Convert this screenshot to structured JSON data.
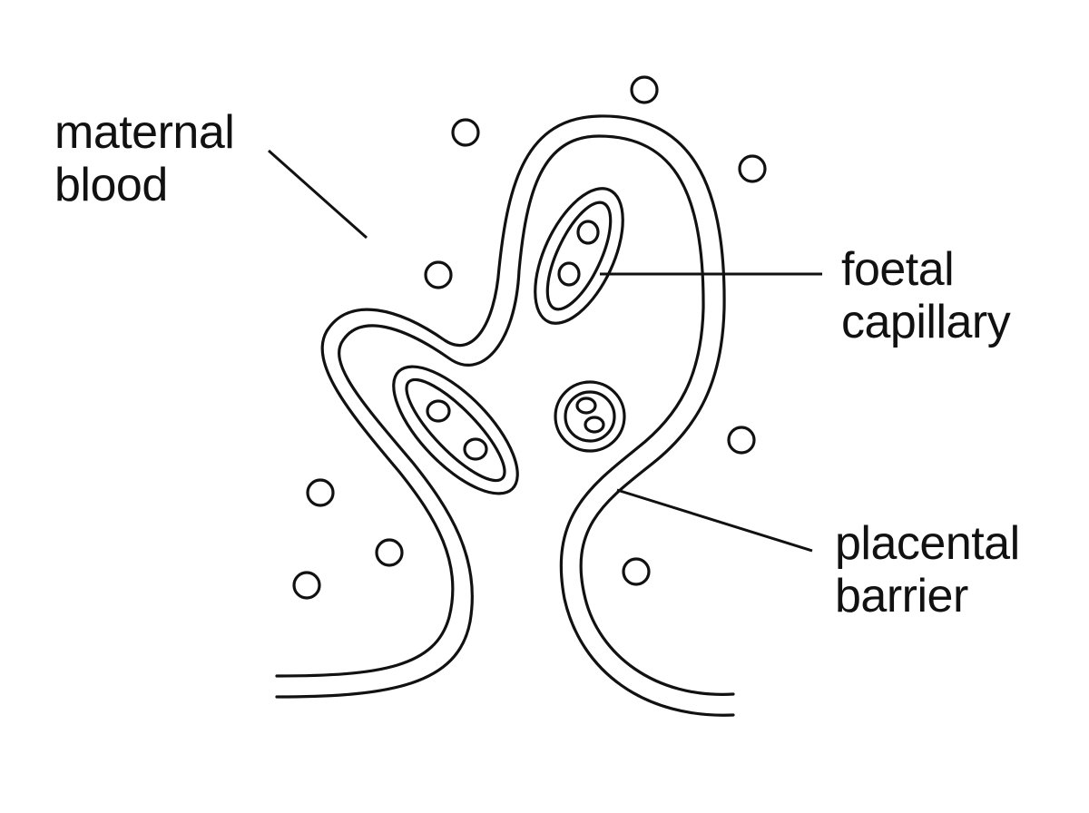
{
  "labels": {
    "maternal_blood": [
      "maternal",
      "blood"
    ],
    "foetal_capillary": [
      "foetal",
      "capillary"
    ],
    "placental_barrier": [
      "placental",
      "barrier"
    ]
  },
  "colors": {
    "line": "#111111",
    "background": "#ffffff"
  }
}
